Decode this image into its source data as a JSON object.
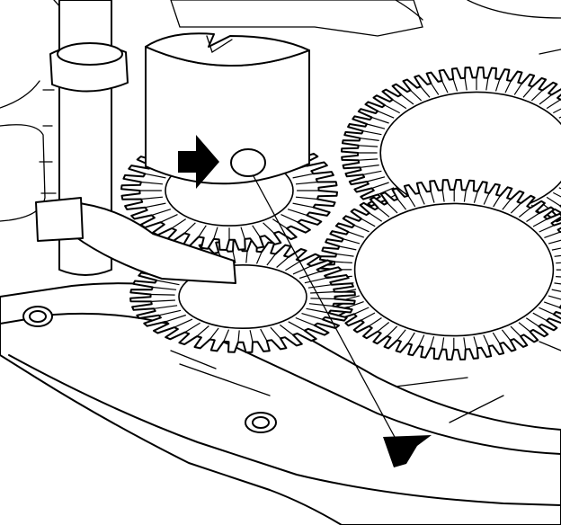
{
  "illustration": {
    "background_color": "#ffffff",
    "line_color": "#000000",
    "gears": [
      {
        "name": "first-gear",
        "teeth": 36
      },
      {
        "name": "second-gear",
        "teeth": 40
      },
      {
        "name": "main-gear-front",
        "teeth": 64
      },
      {
        "name": "main-gear-rear",
        "teeth": 64
      }
    ],
    "arrows": [
      {
        "name": "inspection-arrow",
        "direction": "right"
      },
      {
        "name": "locator-arrow",
        "direction": "up-left"
      }
    ]
  }
}
